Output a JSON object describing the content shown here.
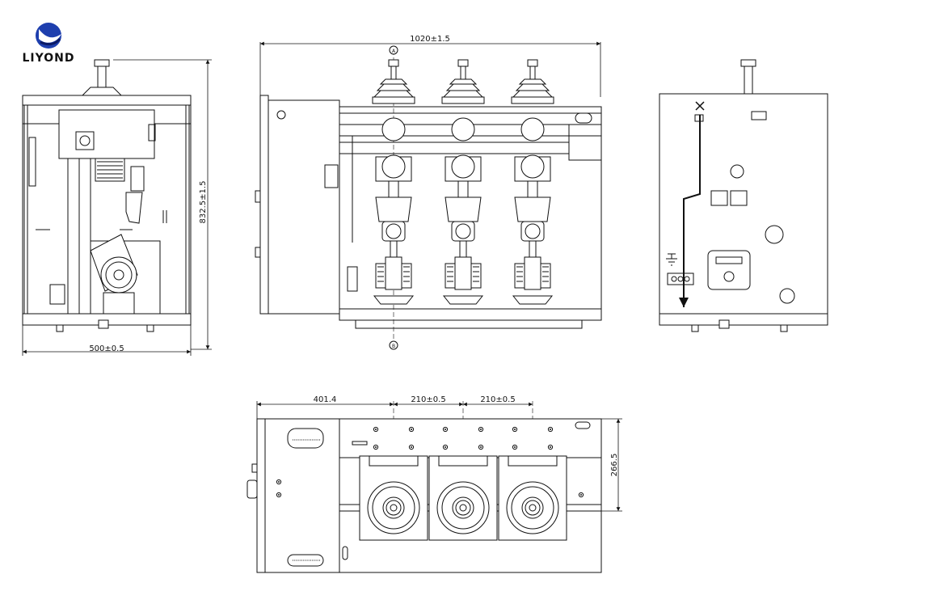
{
  "brand": {
    "name": "LIYOND",
    "colors": {
      "logo_primary": "#1e3fae",
      "logo_secondary": "#0a1a66",
      "ink": "#111111"
    }
  },
  "dimensions": {
    "overall_width_front": "1020±1.5",
    "side_height": "832.5±1.5",
    "side_width": "500±0.5",
    "plan_offset": "401.4",
    "pole_pitch_1": "210±0.5",
    "pole_pitch_2": "210±0.5",
    "plan_depth": "266.5"
  },
  "markers": {
    "top": "A",
    "bottom": "B"
  },
  "icons": [
    "earth-ground-icon",
    "arrow-down-icon",
    "cross-marker-icon"
  ]
}
